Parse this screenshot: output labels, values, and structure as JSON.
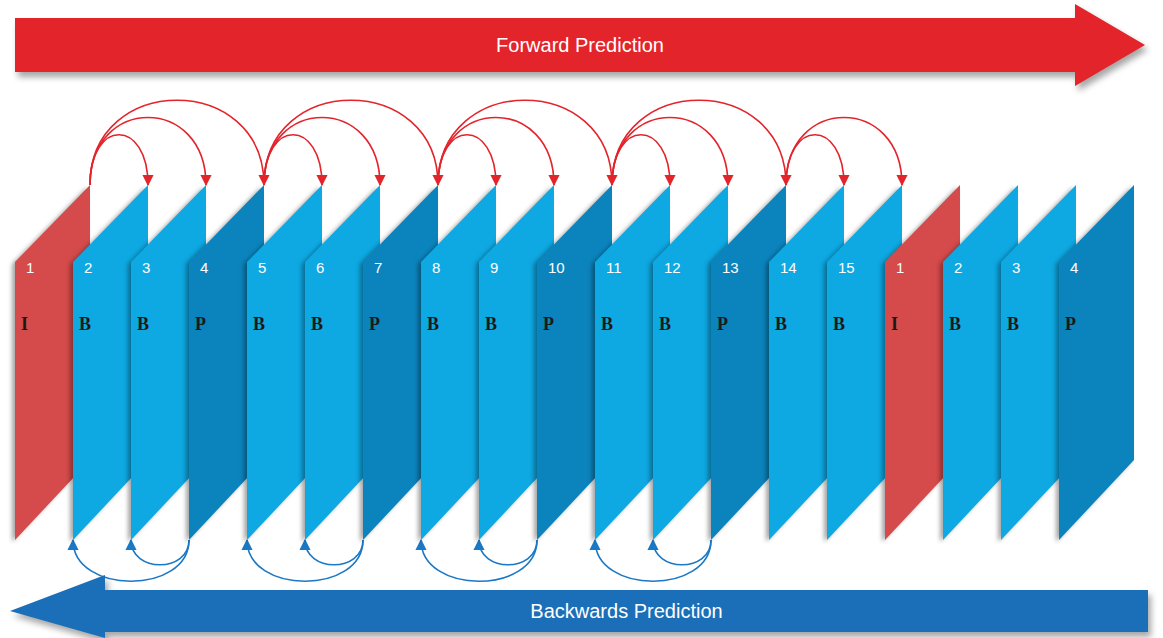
{
  "diagram": {
    "nodes": [
      {
        "text": [
          "Forward Prediction"
        ]
      },
      {
        "text": [
          "1",
          "I"
        ]
      },
      {
        "text": [
          "2",
          "B"
        ]
      },
      {
        "text": [
          "3",
          "B"
        ]
      },
      {
        "text": [
          "4",
          "P"
        ]
      },
      {
        "text": [
          "5",
          "B"
        ]
      },
      {
        "text": [
          "6",
          "B"
        ]
      },
      {
        "text": [
          "7",
          "P"
        ]
      },
      {
        "text": [
          "8",
          "B"
        ]
      },
      {
        "text": [
          "9",
          "B"
        ]
      },
      {
        "text": [
          "10",
          "P"
        ]
      },
      {
        "text": [
          "11",
          "B"
        ]
      },
      {
        "text": [
          "12",
          "B"
        ]
      },
      {
        "text": [
          "13",
          "P"
        ]
      },
      {
        "text": [
          "14",
          "B"
        ]
      },
      {
        "text": [
          "15",
          "B"
        ]
      },
      {
        "text": [
          "1",
          "I"
        ]
      },
      {
        "text": [
          "2",
          "B"
        ]
      },
      {
        "text": [
          "3",
          "B"
        ]
      },
      {
        "text": [
          "4",
          "P"
        ]
      },
      {
        "text": [
          "Backwards Prediction"
        ]
      }
    ],
    "edges": [
      {
        "from": 1,
        "to": 2,
        "arrow": "to"
      },
      {
        "from": 1,
        "to": 3,
        "arrow": "to"
      },
      {
        "from": 1,
        "to": 4,
        "arrow": "to"
      },
      {
        "from": 4,
        "to": 5,
        "arrow": "to"
      },
      {
        "from": 4,
        "to": 6,
        "arrow": "to"
      },
      {
        "from": 4,
        "to": 7,
        "arrow": "to"
      },
      {
        "from": 7,
        "to": 8,
        "arrow": "to"
      },
      {
        "from": 7,
        "to": 9,
        "arrow": "to"
      },
      {
        "from": 7,
        "to": 10,
        "arrow": "to"
      },
      {
        "from": 10,
        "to": 11,
        "arrow": "to"
      },
      {
        "from": 10,
        "to": 12,
        "arrow": "to"
      },
      {
        "from": 10,
        "to": 13,
        "arrow": "to"
      },
      {
        "from": 13,
        "to": 14,
        "arrow": "to"
      },
      {
        "from": 13,
        "to": 15,
        "arrow": "to"
      },
      {
        "from": 4,
        "to": 2,
        "arrow": "to"
      },
      {
        "from": 4,
        "to": 3,
        "arrow": "to"
      },
      {
        "from": 7,
        "to": 5,
        "arrow": "to"
      },
      {
        "from": 7,
        "to": 6,
        "arrow": "to"
      },
      {
        "from": 10,
        "to": 8,
        "arrow": "to"
      },
      {
        "from": 10,
        "to": 9,
        "arrow": "to"
      },
      {
        "from": 13,
        "to": 11,
        "arrow": "to"
      },
      {
        "from": 13,
        "to": 12,
        "arrow": "to"
      }
    ]
  }
}
